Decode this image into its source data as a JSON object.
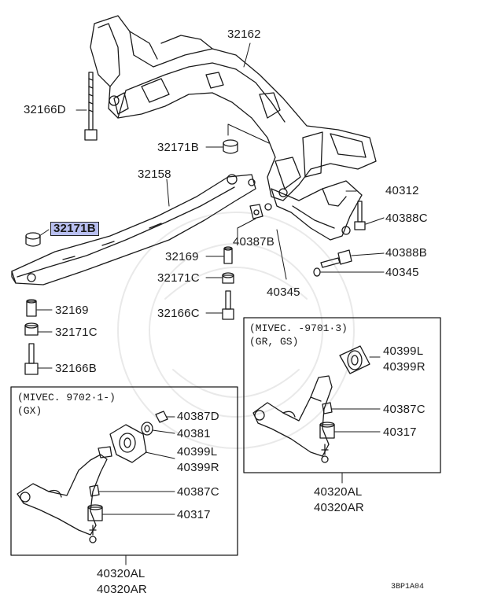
{
  "highlight_color": "#b8bff0",
  "icons": {
    "crossmember": "front-crossmember",
    "subframe": "lower-subframe-plate",
    "lower_arm": "lower-control-arm",
    "bushing": "rubber-bushing",
    "bolt": "flange-bolt",
    "nut": "hex-nut",
    "washer": "washer",
    "collar": "spacer-collar",
    "stopper": "rubber-stopper"
  },
  "labels": {
    "p32162": "32162",
    "p32166D": "32166D",
    "p32171B_top": "32171B",
    "p32158": "32158",
    "p32171B_hl": "32171B",
    "p40312": "40312",
    "p40388C": "40388C",
    "p40387B": "40387B",
    "p32169_r": "32169",
    "p40388B": "40388B",
    "p32171C_r": "32171C",
    "p40345_r": "40345",
    "p40345_c": "40345",
    "p32166C": "32166C",
    "p32169_l": "32169",
    "p32171C_l": "32171C",
    "p32166B": "32166B",
    "p40399L_r": "40399L",
    "p40399R_r": "40399R",
    "p40387C_r": "40387C",
    "p40317_r": "40317",
    "p40320AL_r": "40320AL",
    "p40320AR_r": "40320AR",
    "p40387D": "40387D",
    "p40381": "40381",
    "p40399L_l": "40399L",
    "p40399R_l": "40399R",
    "p40387C_l": "40387C",
    "p40317_l": "40317",
    "p40320AL_l": "40320AL",
    "p40320AR_l": "40320AR"
  },
  "notes": {
    "right_line1": "(MIVEC. -9701·3)",
    "right_line2": "(GR, GS)",
    "left_line1": "(MIVEC. 9702·1-)",
    "left_line2": "(GX)"
  },
  "figure_ref": "3BP1A04"
}
